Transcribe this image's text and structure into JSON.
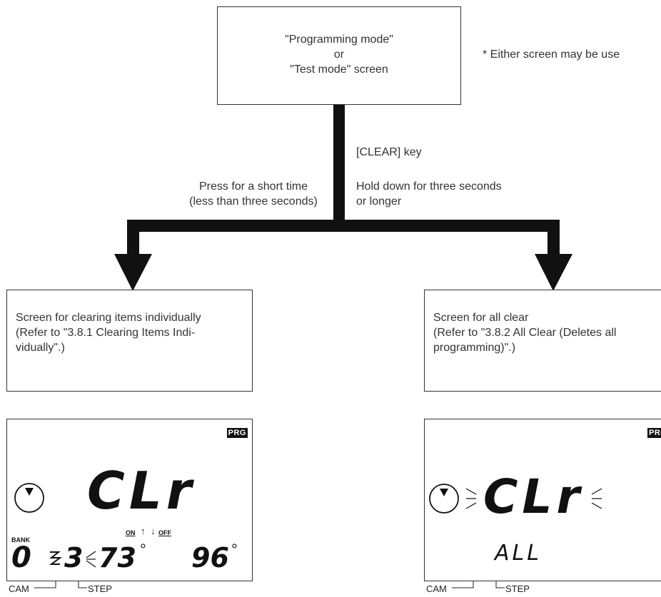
{
  "top_box": {
    "line1": "\"Programming mode\"",
    "line2": "or",
    "line3": "\"Test mode\" screen"
  },
  "note": "* Either screen may be use",
  "clear_key": "[CLEAR] key",
  "left_branch": {
    "line1": "Press for a short time",
    "line2": "(less than three seconds)"
  },
  "right_branch": {
    "line1": "Hold down for three seconds",
    "line2": "or longer"
  },
  "left_box": {
    "line1": "Screen for clearing items individually",
    "line2": "(Refer to \"3.8.1 Clearing Items Indi-",
    "line3": "vidually\".)"
  },
  "right_box": {
    "line1": "Screen for all clear",
    "line2": "(Refer to \"3.8.2 All Clear (Deletes all",
    "line3": "programming)\".)"
  },
  "left_display": {
    "badge": "PRG",
    "main": "CLr",
    "bank_label": "BANK",
    "bank_value": "0",
    "step_value": "3",
    "on_label": "ON",
    "off_label": "OFF",
    "on_value": "73",
    "off_value": "96",
    "degree": "°",
    "cam_label": "CAM",
    "step_label": "STEP"
  },
  "right_display": {
    "badge": "PRG",
    "main": "CLr",
    "sub": "ALL",
    "cam_label": "CAM",
    "step_label": "STEP"
  }
}
